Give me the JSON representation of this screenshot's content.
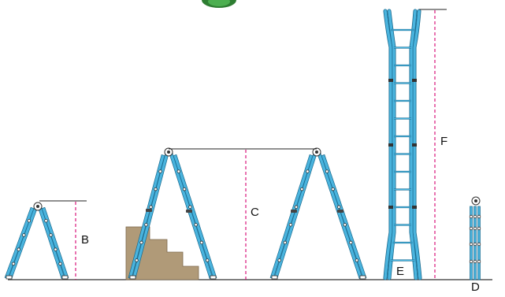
{
  "labels": {
    "b": "B",
    "c": "C",
    "d": "D",
    "e": "E",
    "f": "F"
  },
  "colors": {
    "ladder_fill": "#4ab4de",
    "ladder_outline": "#1a6a8e",
    "dimension_line": "#d4006e",
    "ground": "#333333",
    "stairs": "#b09a78",
    "foliage": "#2e7d32"
  },
  "configurations": [
    "a-frame-small",
    "a-frame-stair",
    "a-frame-wide",
    "extension",
    "folded"
  ]
}
